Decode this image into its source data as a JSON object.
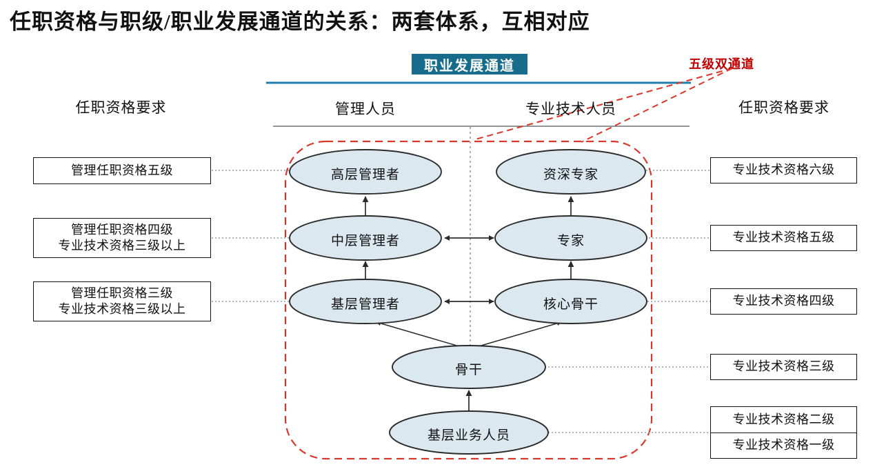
{
  "title": "任职资格与职级/职业发展通道的关系：两套体系，互相对应",
  "header": {
    "badge": "职业发展通道",
    "red_annotation": "五级双通道",
    "col_mgmt": "管理人员",
    "col_tech": "专业技术人员",
    "left_heading": "任职资格要求",
    "right_heading": "任职资格要求"
  },
  "colors": {
    "badge_teal": "#186C8B",
    "rule_teal": "#1F7FA8",
    "annotation_red": "#C00000",
    "dashed_red": "#D9372B",
    "ellipse_fill": "#DCE8F0",
    "ellipse_stroke": "#2B2B2B",
    "leader_gray": "#9A9A9A",
    "divider_gray": "#B0B0B0",
    "text": "#111111"
  },
  "left_boxes": [
    {
      "id": "mgmt-l5",
      "lines": [
        "管理任职资格五级"
      ]
    },
    {
      "id": "mgmt-l4",
      "lines": [
        "管理任职资格四级",
        "专业技术资格三级以上"
      ]
    },
    {
      "id": "mgmt-l3",
      "lines": [
        "管理任职资格三级",
        "专业技术资格三级以上"
      ]
    }
  ],
  "right_boxes": [
    {
      "id": "tech-l6",
      "lines": [
        "专业技术资格六级"
      ]
    },
    {
      "id": "tech-l5",
      "lines": [
        "专业技术资格五级"
      ]
    },
    {
      "id": "tech-l4",
      "lines": [
        "专业技术资格四级"
      ]
    },
    {
      "id": "tech-l3",
      "lines": [
        "专业技术资格三级"
      ]
    },
    {
      "id": "tech-l2-l1",
      "lines": [
        "专业技术资格二级",
        "专业技术资格一级"
      ]
    }
  ],
  "nodes": {
    "mgmt_senior": "高层管理者",
    "mgmt_middle": "中层管理者",
    "mgmt_junior": "基层管理者",
    "tech_senior": "资深专家",
    "tech_expert": "专家",
    "tech_core": "核心骨干",
    "backbone": "骨干",
    "frontline": "基层业务人员"
  },
  "chart_data": {
    "type": "diagram",
    "title": "任职资格与职级/职业发展通道的关系：两套体系，互相对应",
    "lanes": [
      "管理人员",
      "专业技术人员"
    ],
    "levels": [
      {
        "row": 1,
        "management": "高层管理者",
        "technical": "资深专家",
        "mgmt_requirement": "管理任职资格五级",
        "tech_requirement": "专业技术资格六级"
      },
      {
        "row": 2,
        "management": "中层管理者",
        "technical": "专家",
        "mgmt_requirement": "管理任职资格四级 / 专业技术资格三级以上",
        "tech_requirement": "专业技术资格五级"
      },
      {
        "row": 3,
        "management": "基层管理者",
        "technical": "核心骨干",
        "mgmt_requirement": "管理任职资格三级 / 专业技术资格三级以上",
        "tech_requirement": "专业技术资格四级"
      },
      {
        "row": 4,
        "management": null,
        "technical": null,
        "shared": "骨干",
        "mgmt_requirement": null,
        "tech_requirement": "专业技术资格三级"
      },
      {
        "row": 5,
        "management": null,
        "technical": null,
        "shared": "基层业务人员",
        "mgmt_requirement": null,
        "tech_requirement": "专业技术资格二级 / 专业技术资格一级"
      }
    ],
    "edges": [
      {
        "from": "基层业务人员",
        "to": "骨干",
        "type": "promotion"
      },
      {
        "from": "骨干",
        "to": "基层管理者",
        "type": "promotion"
      },
      {
        "from": "骨干",
        "to": "核心骨干",
        "type": "promotion"
      },
      {
        "from": "基层管理者",
        "to": "中层管理者",
        "type": "promotion"
      },
      {
        "from": "核心骨干",
        "to": "专家",
        "type": "promotion"
      },
      {
        "from": "中层管理者",
        "to": "高层管理者",
        "type": "promotion"
      },
      {
        "from": "专家",
        "to": "资深专家",
        "type": "promotion"
      },
      {
        "from": "基层管理者",
        "to": "核心骨干",
        "type": "bidirectional"
      },
      {
        "from": "中层管理者",
        "to": "专家",
        "type": "bidirectional"
      }
    ],
    "annotation": "五级双通道"
  }
}
